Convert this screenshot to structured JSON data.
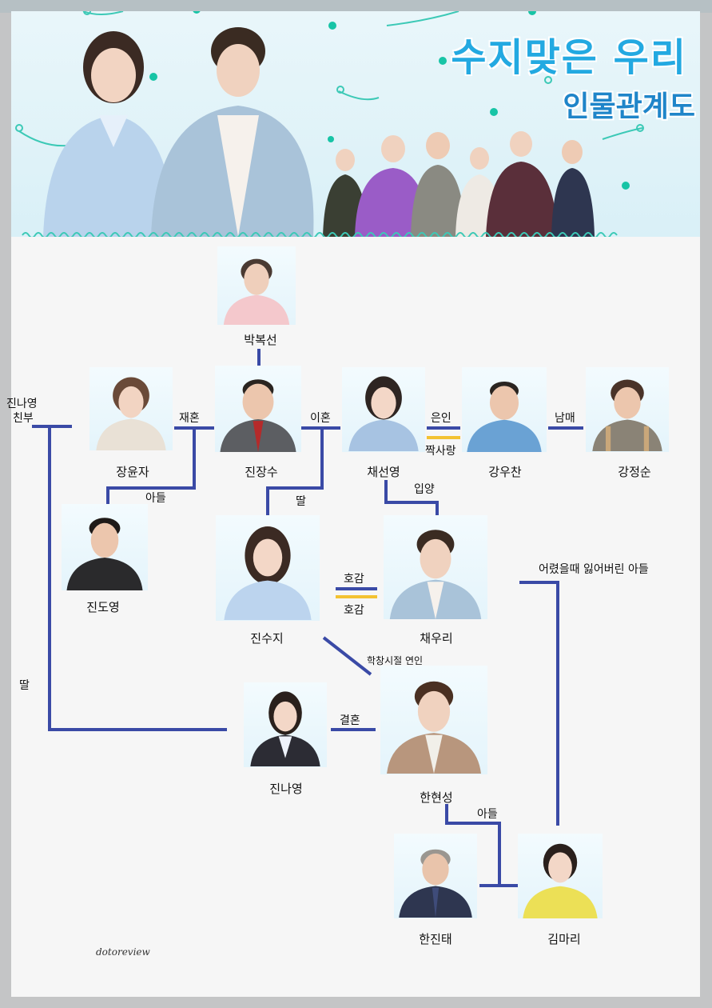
{
  "banner": {
    "title_line1": "수지맞은 우리",
    "title_line2": "인물관계도"
  },
  "characters": {
    "bak_bokseon": "박복선",
    "jang_yunja": "장윤자",
    "jin_jangsu": "진장수",
    "chae_seonyeong": "채선영",
    "kang_wuchan": "강우찬",
    "kang_jeongsun": "강정순",
    "jin_doyeong": "진도영",
    "jin_suji": "진수지",
    "chae_wuri": "채우리",
    "jin_nayeong": "진나영",
    "han_hyeonseong": "한현성",
    "han_jintae": "한진태",
    "kim_mari": "김마리"
  },
  "relations": {
    "jinnayeong_father_l1": "진나영",
    "jinnayeong_father_l2": "친부",
    "remarriage": "재혼",
    "divorce": "이혼",
    "benefactor": "은인",
    "crush": "짝사랑",
    "siblings": "남매",
    "son_doyeong": "아들",
    "daughter_suji": "딸",
    "adoption": "입양",
    "affection_top": "호감",
    "affection_bottom": "호감",
    "lost_son": "어렸을때 잃어버린 아들",
    "school_lover": "학창시절 연인",
    "daughter_nayeong": "딸",
    "marriage": "결혼",
    "son_hyeonseong": "아들"
  },
  "watermark": "dotoreview",
  "colors": {
    "line": "#3a4aa6",
    "crush_line": "#f3c232",
    "title": "#23a9e1"
  }
}
